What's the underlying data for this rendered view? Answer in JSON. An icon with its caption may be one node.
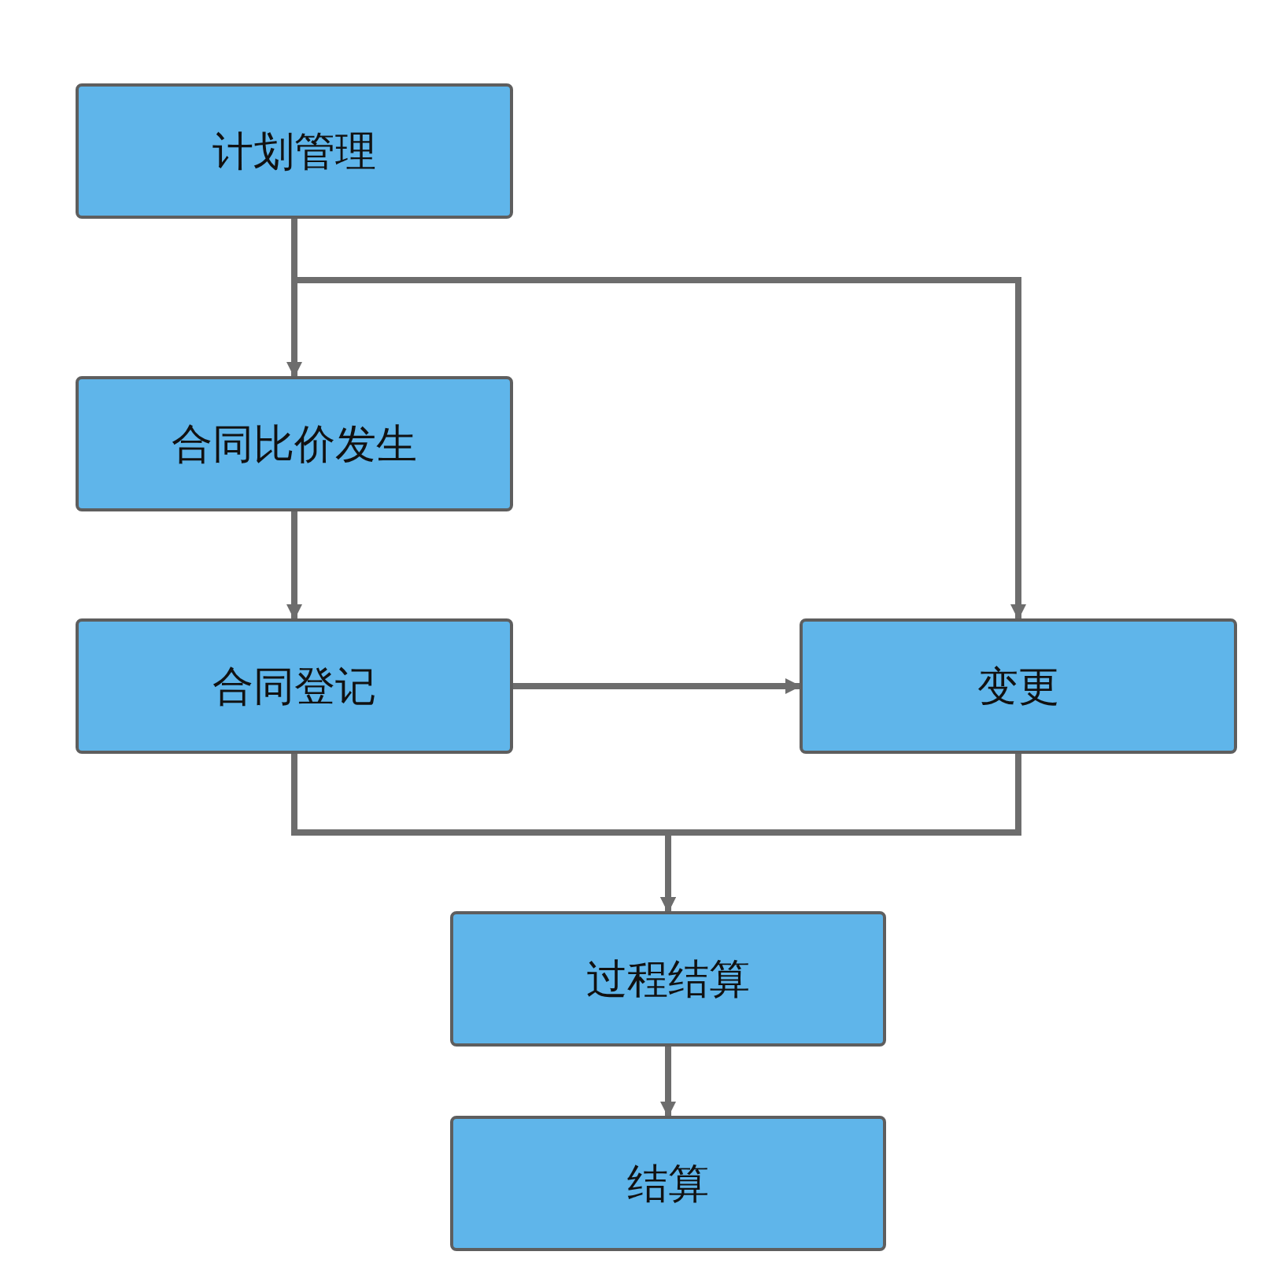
{
  "diagram": {
    "nodes": [
      {
        "text": [
          "计划管理"
        ]
      },
      {
        "text": [
          "合同比价发生"
        ]
      },
      {
        "text": [
          "合同登记"
        ]
      },
      {
        "text": [
          "变更"
        ]
      },
      {
        "text": [
          "过程结算"
        ]
      },
      {
        "text": [
          "结算"
        ]
      }
    ],
    "edges": [
      {
        "from": 0,
        "to": 1,
        "arrow": "to"
      },
      {
        "from": 0,
        "to": 3,
        "arrow": "to"
      },
      {
        "from": 1,
        "to": 2,
        "arrow": "to"
      },
      {
        "from": 2,
        "to": 3,
        "arrow": "to"
      },
      {
        "from": 2,
        "to": 4,
        "arrow": "to"
      },
      {
        "from": 3,
        "to": 4,
        "arrow": "to"
      },
      {
        "from": 4,
        "to": 5,
        "arrow": "to"
      }
    ]
  }
}
